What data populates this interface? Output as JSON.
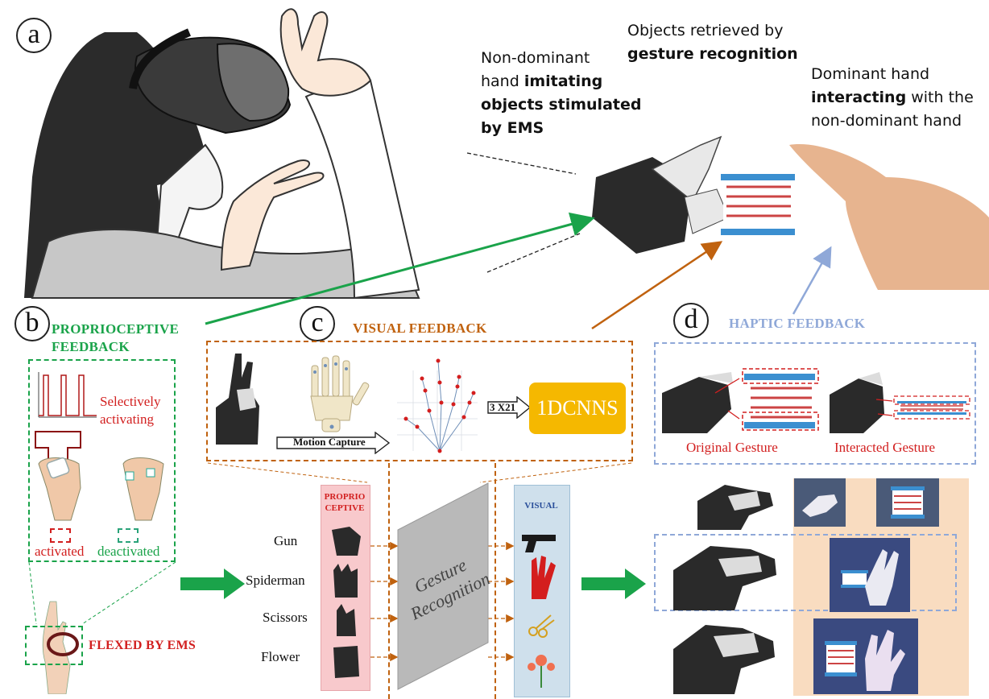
{
  "panels": {
    "a": "a",
    "b": "b",
    "c": "c",
    "d": "d"
  },
  "captions": {
    "non_dominant": {
      "line1": "Non-dominant",
      "line2_pre": "hand ",
      "line2_bold": "imitating",
      "line3_bold": "objects stimulated",
      "line4_bold": "by EMS"
    },
    "retrieved": {
      "line1": "Objects retrieved by",
      "line2_bold": "gesture recognition"
    },
    "dominant": {
      "line1": "Dominant hand",
      "line2_bold": "interacting",
      "line2_post": " with the",
      "line3": "non-dominant hand"
    }
  },
  "headers": {
    "proprioceptive_line1": "PROPRIOCEPTIVE",
    "proprioceptive_line2": "FEEDBACK",
    "visual": "VISUAL FEEDBACK",
    "haptic": "HAPTIC  FEEDBACK"
  },
  "panel_b": {
    "selectively_line1": "Selectively",
    "selectively_line2": "activating",
    "activated": "activated",
    "deactivated": "deactivated",
    "flexed": "FLEXED BY EMS"
  },
  "panel_c": {
    "motion_capture": "Motion Capture",
    "dims": "3 X21",
    "model": "1DCNNS",
    "proprio_line1": "PROPRIO",
    "proprio_line2": "CEPTIVE",
    "visual_label": "VISUAL",
    "gesture_line1": "Gesture",
    "gesture_line2": "Recognition",
    "gestures": [
      "Gun",
      "Spiderman",
      "Scissors",
      "Flower"
    ]
  },
  "panel_d": {
    "original": "Original Gesture",
    "interacted": "Interacted Gesture"
  },
  "colors": {
    "green": "#1aa34a",
    "orange": "#c0620f",
    "blue_haptic": "#8fa8d8",
    "red": "#d21f1f",
    "cnn_box": "#f5b800",
    "proprio_bg": "#f8c9cc",
    "visual_bg": "#cfe0ec",
    "skin_bg": "#f9dcc0"
  }
}
